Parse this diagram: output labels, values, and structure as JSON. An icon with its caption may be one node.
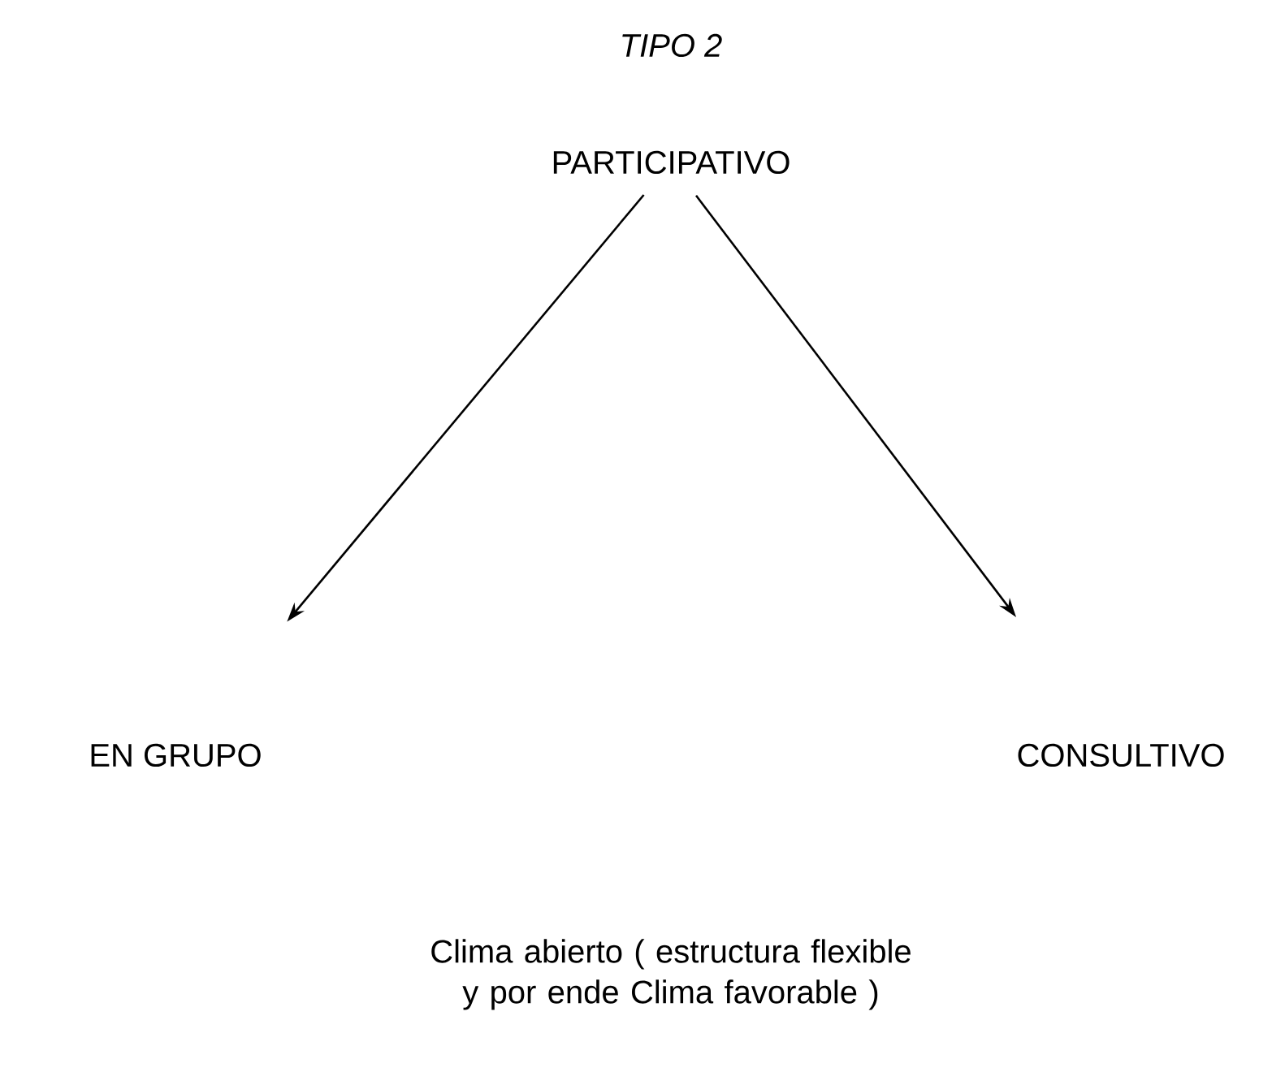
{
  "diagram": {
    "title": "TIPO  2",
    "nodes": [
      {
        "text": [
          "PARTICIPATIVO"
        ]
      },
      {
        "text": [
          "EN GRUPO"
        ]
      },
      {
        "text": [
          "CONSULTIVO"
        ]
      }
    ],
    "edges": [
      {
        "from": 0,
        "to": 1,
        "arrow": "to"
      },
      {
        "from": 0,
        "to": 2,
        "arrow": "to"
      }
    ],
    "labels": [
      "Clima abierto ( estructura flexible y por ende Clima favorable )"
    ]
  }
}
